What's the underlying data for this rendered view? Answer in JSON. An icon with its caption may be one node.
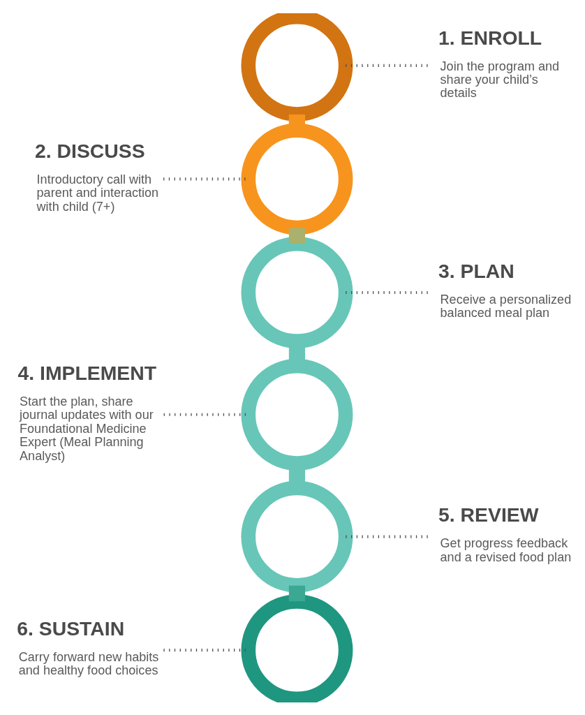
{
  "diagram": {
    "nodes": [
      {
        "text": [],
        "shape": "circle"
      },
      {
        "text": [
          "1. ENROLL",
          "Join the program and share your child’s details"
        ]
      },
      {
        "text": [
          "2. DISCUSS",
          "Introductory call with parent and interaction with child (7+)"
        ]
      },
      {
        "text": [],
        "shape": "circle"
      },
      {
        "text": [],
        "shape": "circle"
      },
      {
        "text": [
          "3. PLAN",
          "Receive a personalized balanced meal plan"
        ]
      },
      {
        "text": [
          "4. IMPLEMENT",
          "Start the plan, share journal updates with our Foundational Medicine Expert (Meal Planning Analyst)"
        ]
      },
      {
        "text": [],
        "shape": "circle"
      },
      {
        "text": [],
        "shape": "circle"
      },
      {
        "text": [
          "5. REVIEW",
          "Get progress feedback and a revised food plan"
        ]
      },
      {
        "text": [
          "6. SUSTAIN",
          "Carry forward new habits and healthy food choices"
        ]
      },
      {
        "text": [],
        "shape": "circle"
      }
    ],
    "edges": [
      {
        "from": 0,
        "to": 1,
        "arrow": "none",
        "style": "dashed"
      },
      {
        "from": 0,
        "to": 3,
        "arrow": "none",
        "style": "thick",
        "color": "#f7941d"
      },
      {
        "from": 2,
        "to": 3,
        "arrow": "none",
        "style": "dashed"
      },
      {
        "from": 3,
        "to": 4,
        "arrow": "none",
        "style": "thick",
        "color": "#a9b16c"
      },
      {
        "from": 4,
        "to": 5,
        "arrow": "none",
        "style": "dashed"
      },
      {
        "from": 4,
        "to": 7,
        "arrow": "none",
        "style": "thick",
        "color": "#67c6b8"
      },
      {
        "from": 6,
        "to": 7,
        "arrow": "none",
        "style": "dashed"
      },
      {
        "from": 7,
        "to": 8,
        "arrow": "none",
        "style": "thick",
        "color": "#67c6b8"
      },
      {
        "from": 8,
        "to": 9,
        "arrow": "none",
        "style": "dashed"
      },
      {
        "from": 8,
        "to": 11,
        "arrow": "none",
        "style": "thick",
        "color": "#3aa893"
      },
      {
        "from": 10,
        "to": 11,
        "arrow": "none",
        "style": "dashed"
      }
    ]
  }
}
